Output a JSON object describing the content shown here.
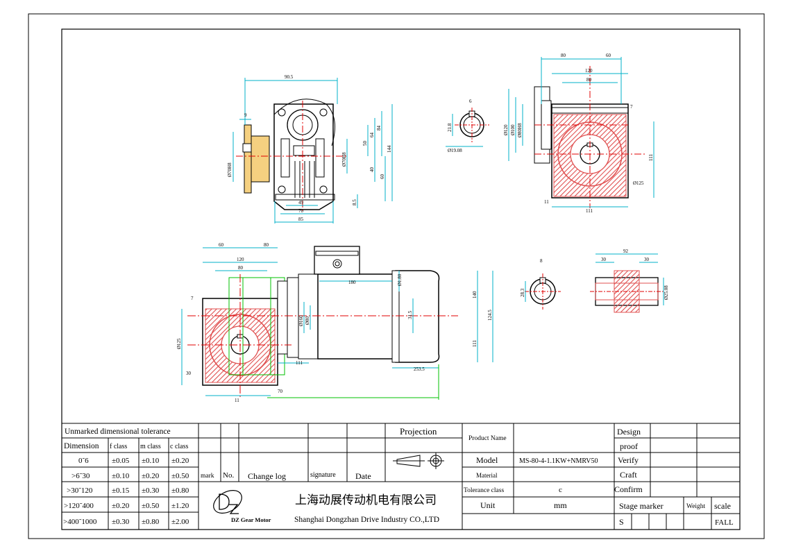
{
  "views": {
    "front": {
      "dims": [
        "90.5",
        "9",
        "Ø70H8",
        "Ø70H8",
        "50",
        "64",
        "84",
        "144",
        "40",
        "60",
        "8.5",
        "49",
        "70",
        "85"
      ]
    },
    "side": {
      "dims": [
        "80",
        "60",
        "120",
        "80",
        "7",
        "Ø120",
        "Ø100",
        "Ø80H8",
        "111",
        "Ø125",
        "111",
        "11"
      ]
    },
    "shaft_a": {
      "dims": [
        "6",
        "21.8",
        "Ø19.08"
      ]
    },
    "assembly": {
      "dims": [
        "60",
        "80",
        "120",
        "80",
        "7",
        "180",
        "Ø1.80",
        "Ø160",
        "Ø80",
        "31.5",
        "140",
        "124.5",
        "111",
        "Ø125",
        "30",
        "111",
        "11",
        "70",
        "253.5"
      ]
    },
    "shaft_b": {
      "dims": [
        "8",
        "28.3"
      ]
    },
    "shaft_c": {
      "dims": [
        "92",
        "30",
        "30",
        "Ø25.08"
      ]
    }
  },
  "title_block": {
    "tolerance_header": "Unmarked dimensional tolerance",
    "col_headers": [
      "Dimension",
      "f class",
      "m class",
      "c class"
    ],
    "rows": [
      [
        "0˜6",
        "±0.05",
        "±0.10",
        "±0.20"
      ],
      [
        ">6˜30",
        "±0.10",
        "±0.20",
        "±0.50"
      ],
      [
        ">30˜120",
        "±0.15",
        "±0.30",
        "±0.80"
      ],
      [
        ">120˜400",
        "±0.20",
        "±0.50",
        "±1.20"
      ],
      [
        ">400˜1000",
        "±0.30",
        "±0.80",
        "±2.00"
      ]
    ],
    "revision": {
      "mark": "mark",
      "no": "No.",
      "change_log": "Change log",
      "signature": "signature",
      "date": "Date"
    },
    "projection": "Projection",
    "product_name_label": "Product Name",
    "model_label": "Model",
    "model_value": "MS-80-4-1.1KW+NMRV50",
    "material_label": "Material",
    "tolerance_class_label": "Tolerance class",
    "tolerance_class_value": "c",
    "unit_label": "Unit",
    "unit_value": "mm",
    "approvals": [
      "Design",
      "proof",
      "Verify",
      "Craft",
      "Confirm"
    ],
    "stage_marker": "Stage marker",
    "weight": "Weight",
    "scale": "scale",
    "stage_value": "S",
    "scale_value": "FALL",
    "company_cn": "上海动展传动机电有限公司",
    "company_en": "Shanghai Dongzhan Drive Industry CO.,LTD",
    "logo_text": "DZ Gear Motor"
  },
  "colors": {
    "outline": "#000000",
    "dimension": "#00b0c8",
    "center": "#e00000",
    "hatch": "#e05050",
    "construction": "#00c000",
    "flange": "#f5d080"
  }
}
